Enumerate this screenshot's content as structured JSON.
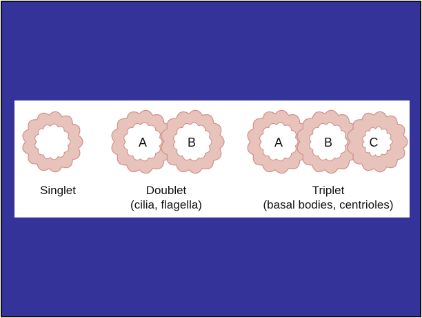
{
  "colors": {
    "background": "#333399",
    "panel": "#ffffff",
    "ring_fill": "#e7c3bc",
    "ring_stroke": "#cf8f85",
    "text": "#111111"
  },
  "structures": {
    "singlet": {
      "caption": "Singlet",
      "subcaption": ""
    },
    "doublet": {
      "caption": "Doublet",
      "subcaption": "(cilia, flagella)",
      "tubule_labels": [
        "A",
        "B"
      ]
    },
    "triplet": {
      "caption": "Triplet",
      "subcaption": "(basal bodies, centrioles)",
      "tubule_labels": [
        "A",
        "B",
        "C"
      ]
    }
  }
}
